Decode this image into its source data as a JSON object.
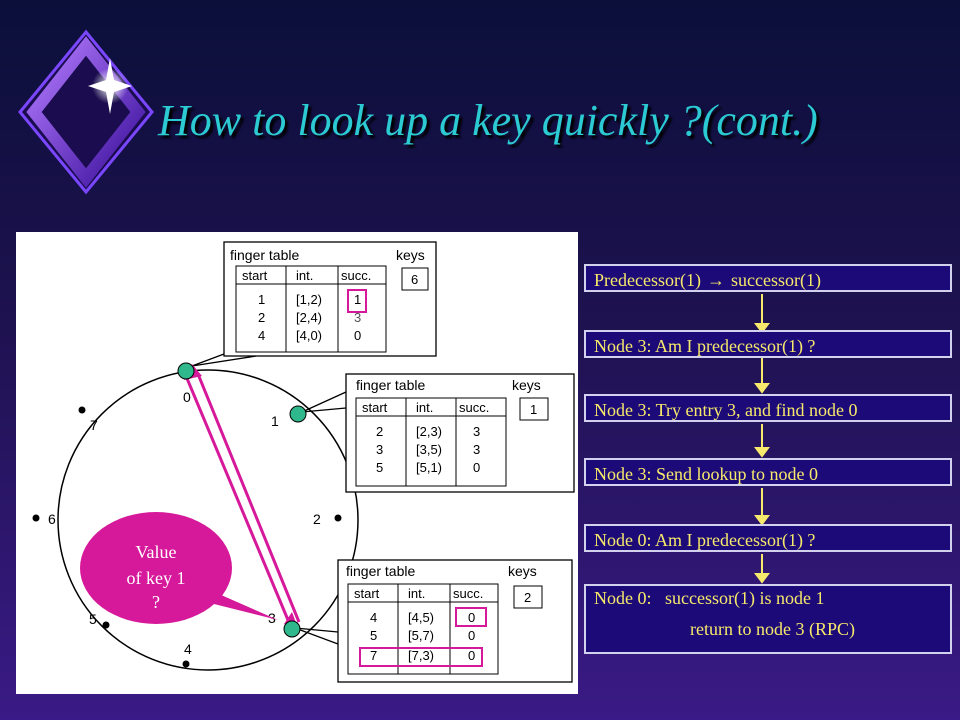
{
  "title": "How to look up a key quickly ?(cont.)",
  "diagram": {
    "nodes_labels": [
      "0",
      "1",
      "2",
      "3",
      "4",
      "5",
      "6",
      "7"
    ],
    "finger_table_label": "finger table",
    "keys_label": "keys",
    "headers": [
      "start",
      "int.",
      "succ."
    ],
    "node0": {
      "rows": [
        [
          "1",
          "[1,2)",
          "1"
        ],
        [
          "2",
          "[2,4)",
          "3"
        ],
        [
          "4",
          "[4,0)",
          "0"
        ]
      ],
      "keys": "6"
    },
    "node1": {
      "rows": [
        [
          "2",
          "[2,3)",
          "3"
        ],
        [
          "3",
          "[3,5)",
          "3"
        ],
        [
          "5",
          "[5,1)",
          "0"
        ]
      ],
      "keys": "1"
    },
    "node3": {
      "rows": [
        [
          "4",
          "[4,5)",
          "0"
        ],
        [
          "5",
          "[5,7)",
          "0"
        ],
        [
          "7",
          "[7,3)",
          "0"
        ]
      ],
      "keys": "2"
    },
    "callout_line1": "Value",
    "callout_line2": "of key 1",
    "callout_line3": "?"
  },
  "steps": [
    {
      "before": "Predecessor(1)",
      "arrow": "→",
      "after": "successor(1)"
    },
    {
      "text": "Node 3: Am I predecessor(1) ?"
    },
    {
      "text": "Node 3: Try entry 3, and find node 0"
    },
    {
      "text": "Node 3: Send lookup to node 0"
    },
    {
      "text": "Node 0: Am I predecessor(1) ?"
    },
    {
      "line1": "Node 0:   successor(1) is node 1",
      "line2": "return to node 3 (RPC)"
    }
  ],
  "colors": {
    "accent": "#2ccad2",
    "step_text": "#f7e96b",
    "step_bg": "#1b0a78",
    "node_fill": "#2fb88c",
    "highlight": "#d6199a"
  }
}
